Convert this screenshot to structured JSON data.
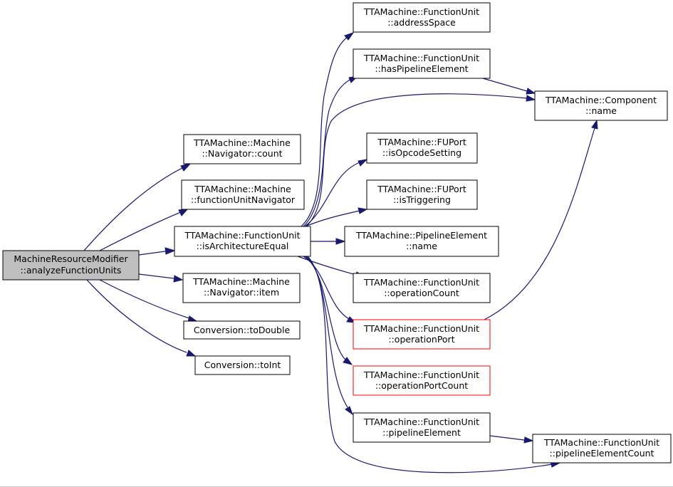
{
  "colors": {
    "edge": "#191970",
    "node_border": "#000000",
    "node_border_truncated": "#ff0000",
    "node_fill": "#ffffff",
    "root_fill": "#bfbfbf"
  },
  "nodes": {
    "root": {
      "line1": "MachineResourceModifier",
      "line2": "::analyzeFunctionUnits"
    },
    "nav_count": {
      "line1": "TTAMachine::Machine",
      "line2": "::Navigator::count"
    },
    "fu_navigator": {
      "line1": "TTAMachine::Machine",
      "line2": "::functionUnitNavigator"
    },
    "is_arch_equal": {
      "line1": "TTAMachine::FunctionUnit",
      "line2": "::isArchitectureEqual"
    },
    "nav_item": {
      "line1": "TTAMachine::Machine",
      "line2": "::Navigator::item"
    },
    "to_double": {
      "line1": "Conversion::toDouble"
    },
    "to_int": {
      "line1": "Conversion::toInt"
    },
    "address_space": {
      "line1": "TTAMachine::FunctionUnit",
      "line2": "::addressSpace"
    },
    "has_pipeline_element": {
      "line1": "TTAMachine::FunctionUnit",
      "line2": "::hasPipelineElement"
    },
    "component_name": {
      "line1": "TTAMachine::Component",
      "line2": "::name"
    },
    "is_opcode_setting": {
      "line1": "TTAMachine::FUPort",
      "line2": "::isOpcodeSetting"
    },
    "is_triggering": {
      "line1": "TTAMachine::FUPort",
      "line2": "::isTriggering"
    },
    "pipeline_element_name": {
      "line1": "TTAMachine::PipelineElement",
      "line2": "::name"
    },
    "operation_count": {
      "line1": "TTAMachine::FunctionUnit",
      "line2": "::operationCount"
    },
    "operation_port": {
      "line1": "TTAMachine::FunctionUnit",
      "line2": "::operationPort"
    },
    "operation_port_count": {
      "line1": "TTAMachine::FunctionUnit",
      "line2": "::operationPortCount"
    },
    "pipeline_element": {
      "line1": "TTAMachine::FunctionUnit",
      "line2": "::pipelineElement"
    },
    "pipeline_element_count": {
      "line1": "TTAMachine::FunctionUnit",
      "line2": "::pipelineElementCount"
    }
  }
}
